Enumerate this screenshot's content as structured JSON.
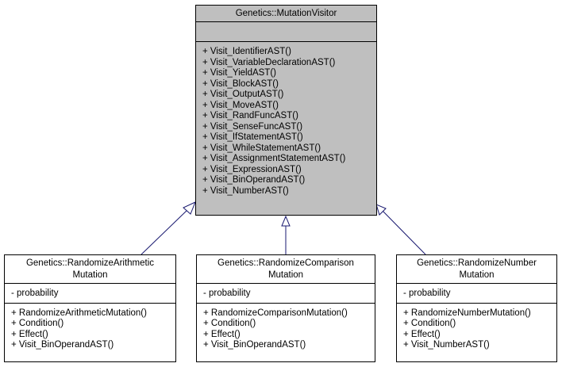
{
  "base_class": {
    "name": "Genetics::MutationVisitor",
    "attributes": [],
    "methods": [
      "+ Visit_IdentifierAST()",
      "+ Visit_VariableDeclarationAST()",
      "+ Visit_YieldAST()",
      "+ Visit_BlockAST()",
      "+ Visit_OutputAST()",
      "+ Visit_MoveAST()",
      "+ Visit_RandFuncAST()",
      "+ Visit_SenseFuncAST()",
      "+ Visit_IfStatementAST()",
      "+ Visit_WhileStatementAST()",
      "+ Visit_AssignmentStatementAST()",
      "+ Visit_ExpressionAST()",
      "+ Visit_BinOperandAST()",
      "+ Visit_NumberAST()"
    ],
    "fill_color": "#bfbfbf"
  },
  "derived_classes": [
    {
      "name_line1": "Genetics::RandomizeArithmetic",
      "name_line2": "Mutation",
      "attributes": [
        "- probability"
      ],
      "methods": [
        "+ RandomizeArithmeticMutation()",
        "+ Condition()",
        "+ Effect()",
        "+ Visit_BinOperandAST()"
      ]
    },
    {
      "name_line1": "Genetics::RandomizeComparison",
      "name_line2": "Mutation",
      "attributes": [
        "- probability"
      ],
      "methods": [
        "+ RandomizeComparisonMutation()",
        "+ Condition()",
        "+ Effect()",
        "+ Visit_BinOperandAST()"
      ]
    },
    {
      "name_line1": "Genetics::RandomizeNumber",
      "name_line2": "Mutation",
      "attributes": [
        "- probability"
      ],
      "methods": [
        "+ RandomizeNumberMutation()",
        "+ Condition()",
        "+ Effect()",
        "+ Visit_NumberAST()"
      ]
    }
  ],
  "edge_color": "#191970"
}
